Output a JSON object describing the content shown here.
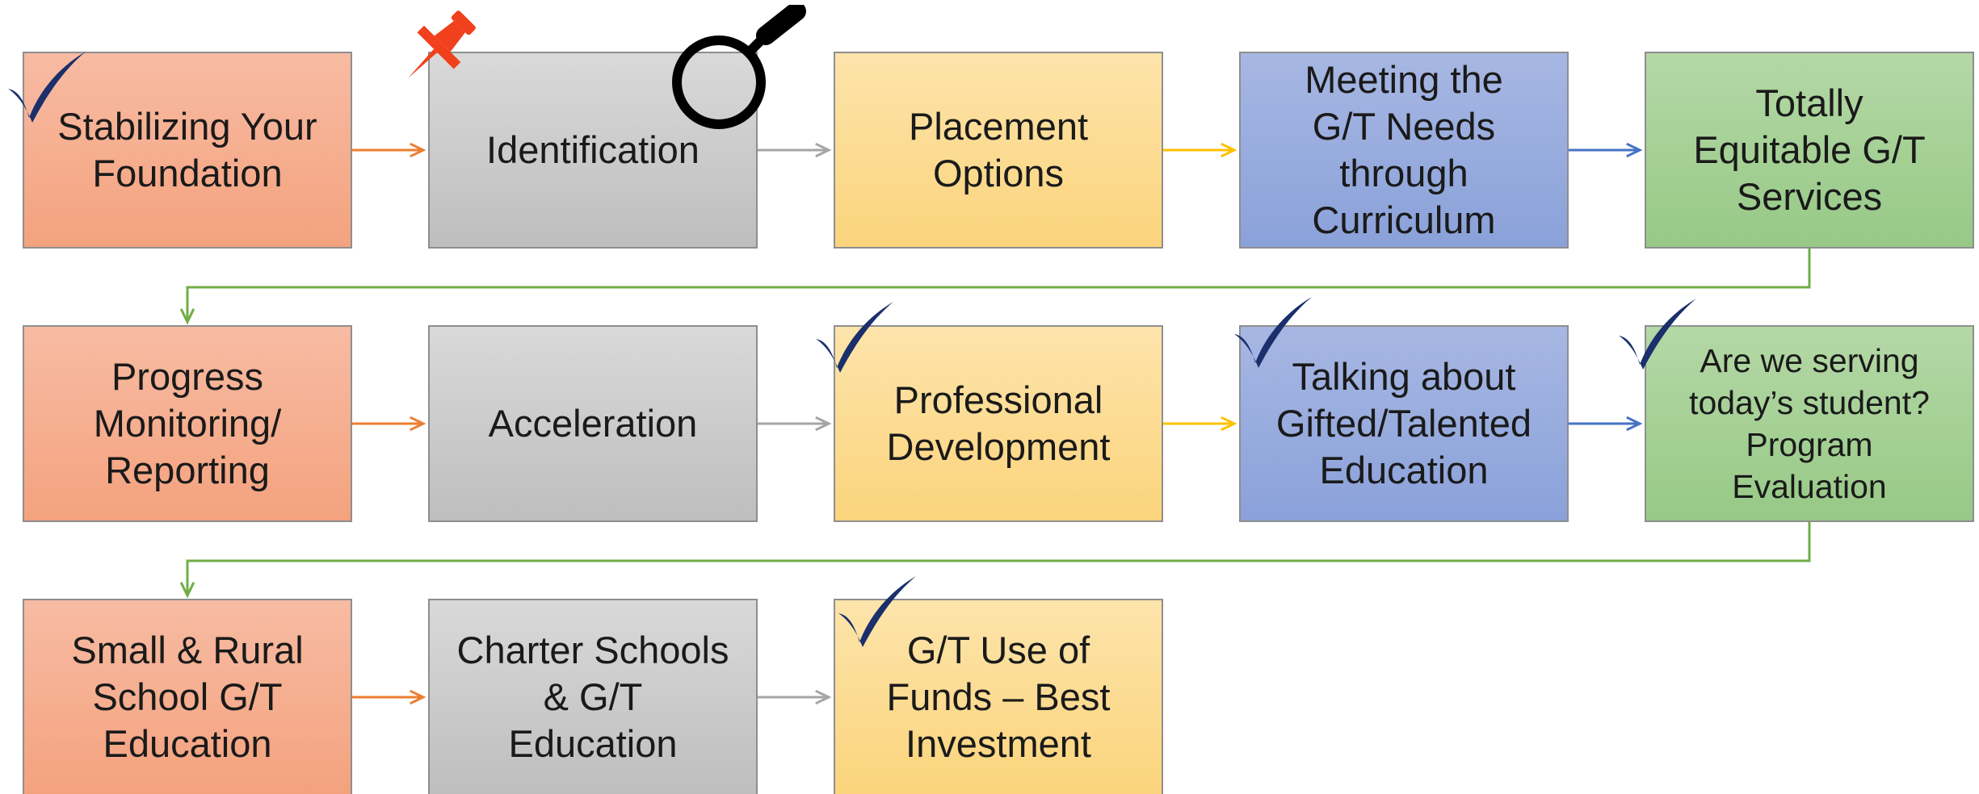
{
  "rows": [
    [
      {
        "label": "Stabilizing Your\nFoundation",
        "color": "orange",
        "marker": "check"
      },
      {
        "label": "Identification",
        "color": "gray",
        "marker": "pin-and-magnifier"
      },
      {
        "label": "Placement\nOptions",
        "color": "yellow",
        "marker": null
      },
      {
        "label": "Meeting the\nG/T Needs\nthrough\nCurriculum",
        "color": "blue",
        "marker": null
      },
      {
        "label": "Totally\nEquitable G/T\nServices",
        "color": "green",
        "marker": null
      }
    ],
    [
      {
        "label": "Progress\nMonitoring/\nReporting",
        "color": "orange",
        "marker": null
      },
      {
        "label": "Acceleration",
        "color": "gray",
        "marker": null
      },
      {
        "label": "Professional\nDevelopment",
        "color": "yellow",
        "marker": "check"
      },
      {
        "label": "Talking about\nGifted/Talented\nEducation",
        "color": "blue",
        "marker": "check"
      },
      {
        "label": "Are we serving\ntoday’s student?\nProgram\nEvaluation",
        "color": "green",
        "marker": "check"
      }
    ],
    [
      {
        "label": "Small & Rural\nSchool G/T\nEducation",
        "color": "orange",
        "marker": null
      },
      {
        "label": "Charter Schools\n& G/T\nEducation",
        "color": "gray",
        "marker": null
      },
      {
        "label": "G/T Use of\nFunds – Best\nInvestment",
        "color": "yellow",
        "marker": "check"
      }
    ]
  ],
  "colors": {
    "orange": "#f4a27e",
    "gray": "#bebebe",
    "yellow": "#fbd47c",
    "blue": "#8aa1d9",
    "green": "#97c986",
    "arrow_orange": "#ed7d31",
    "arrow_gray": "#a5a5a5",
    "arrow_yellow": "#ffc000",
    "arrow_blue": "#4472c4",
    "arrow_green": "#70ad47",
    "check": "#1a2f6b",
    "pin": "#f0401c",
    "magnifier": "#000000"
  },
  "icons": [
    "check-icon",
    "pushpin-icon",
    "magnifier-icon"
  ]
}
